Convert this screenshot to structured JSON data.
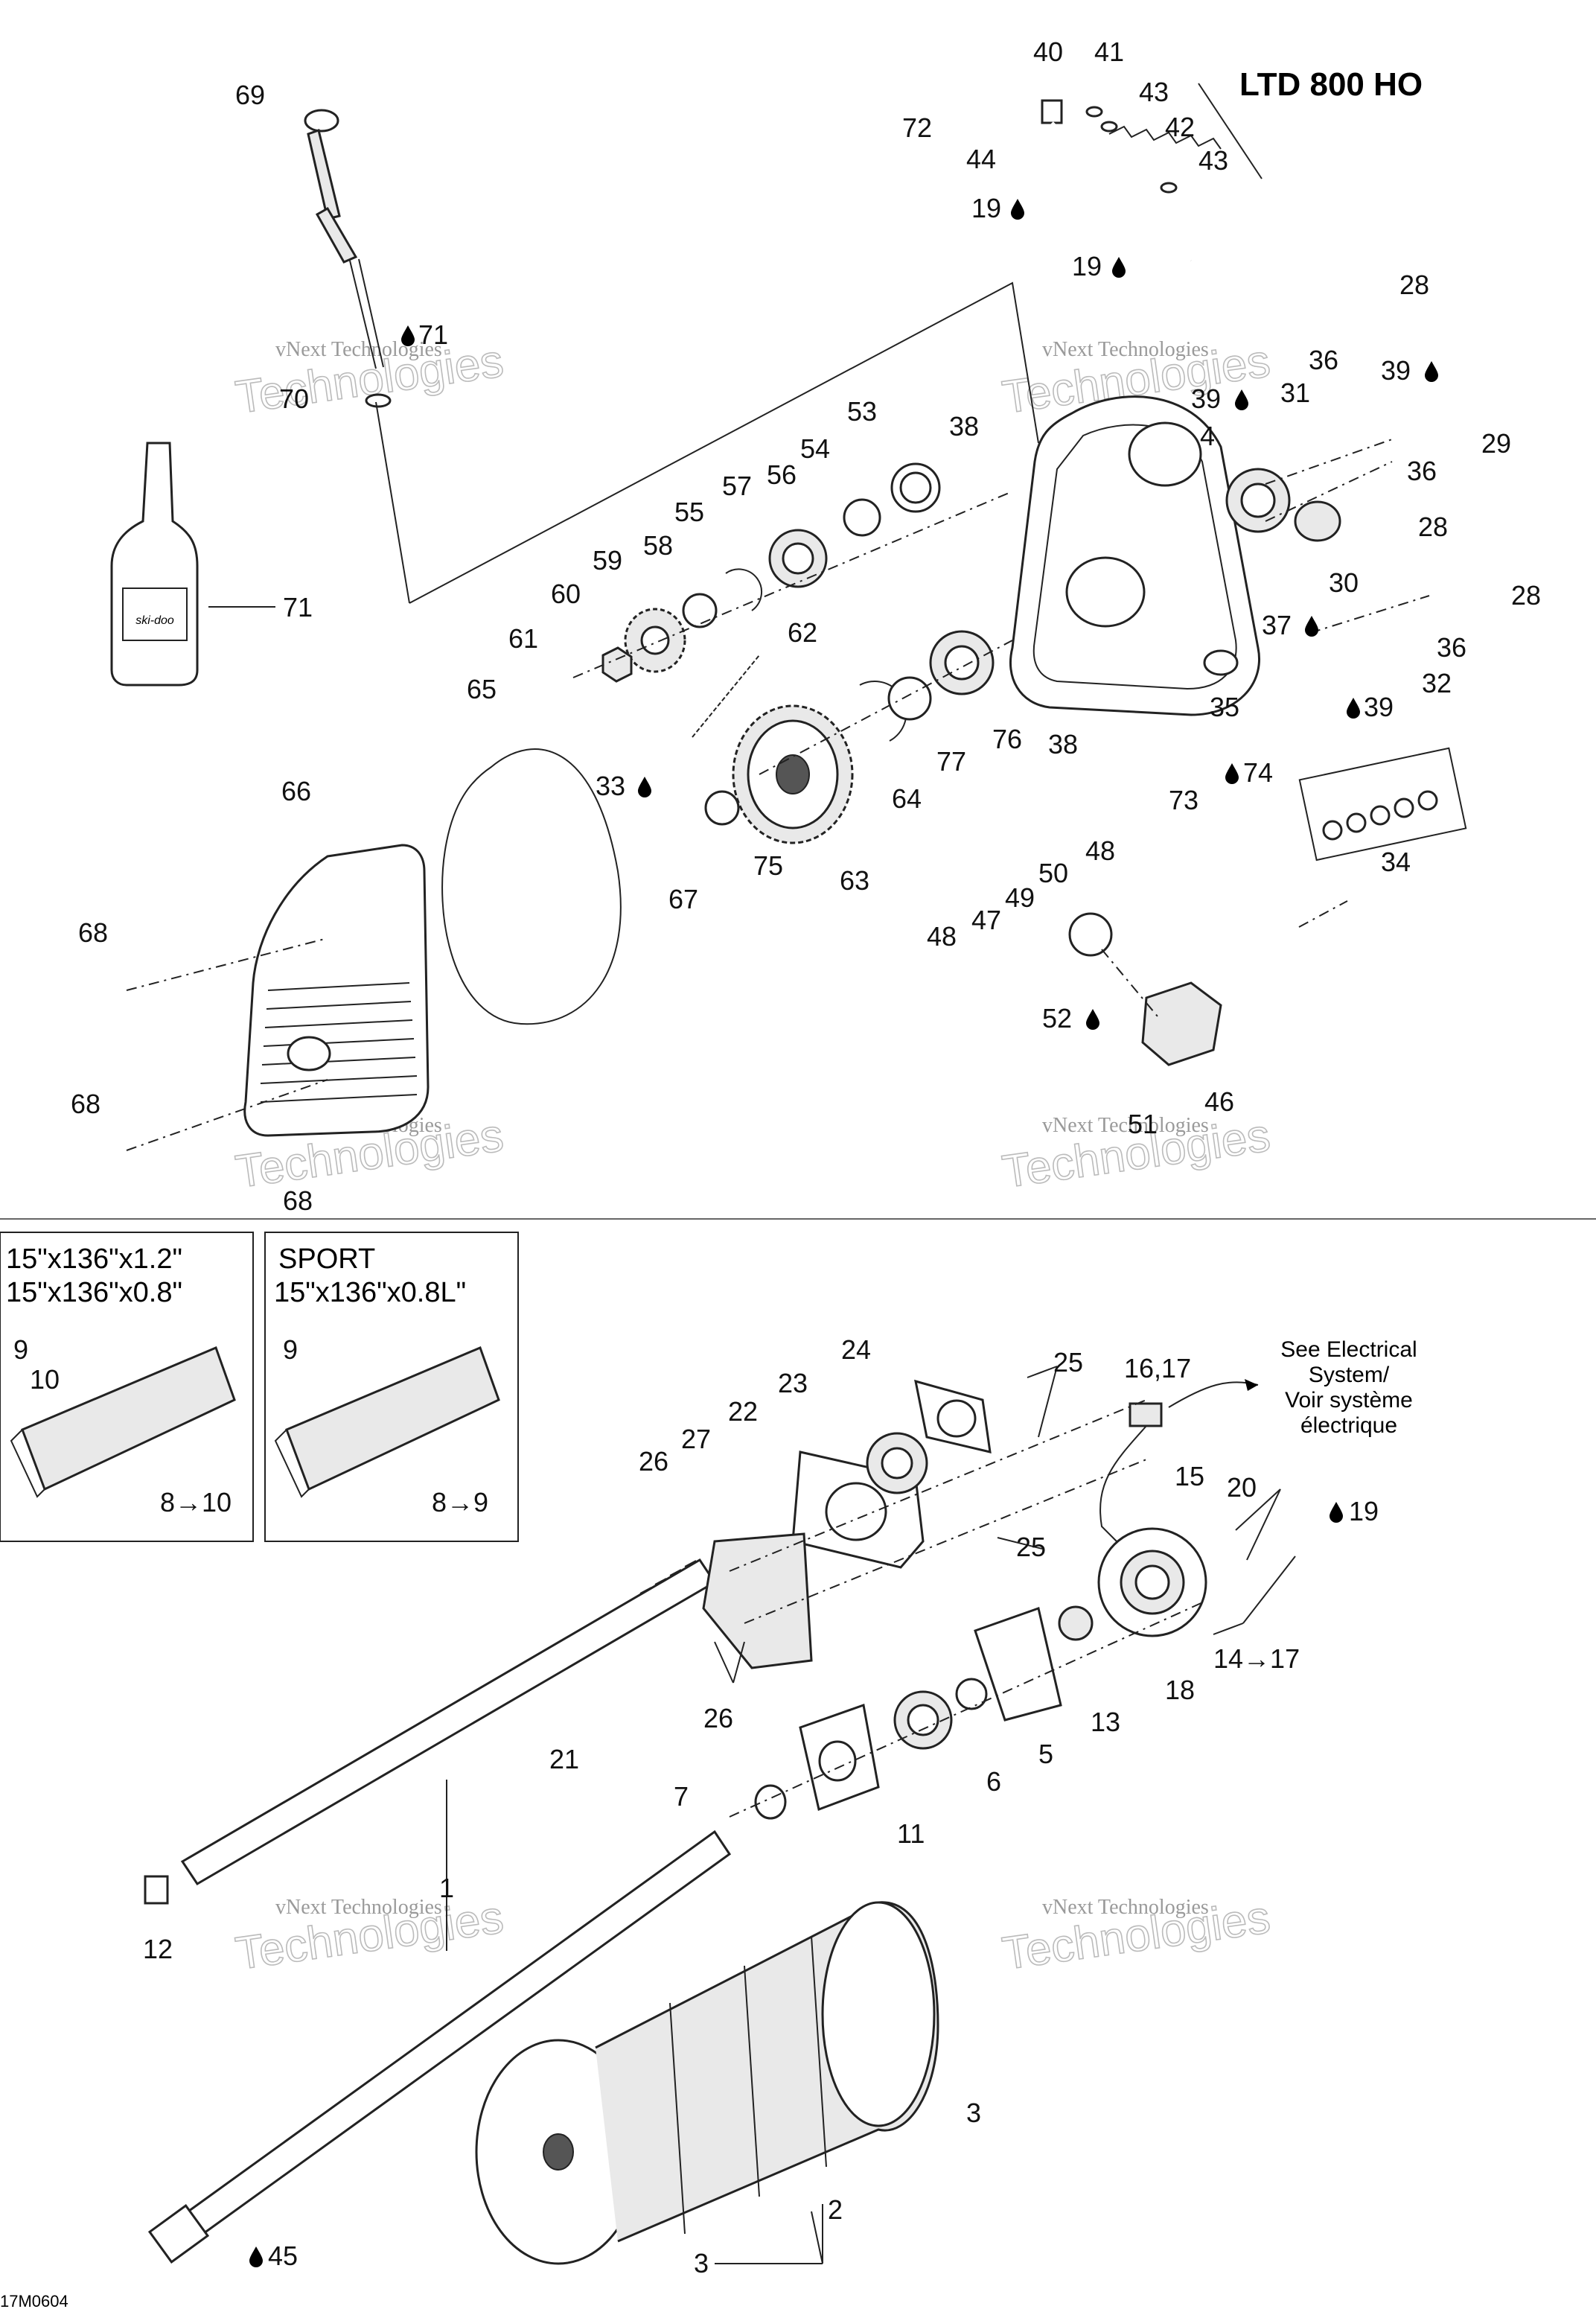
{
  "header": {
    "title": "LTD 800 HO"
  },
  "watermark": {
    "line1": "vNext Technologies",
    "line2": "Technologies"
  },
  "tracks": {
    "box1": {
      "line1": "15\"x136\"x1.2\"",
      "line2": "15\"x136\"x0.8\"",
      "range": "8→10",
      "item_a": "9",
      "item_b": "10"
    },
    "box2": {
      "line1": "SPORT",
      "line2": "15\"x136\"x0.8L\"",
      "range": "8→9",
      "item_a": "9"
    }
  },
  "note": {
    "line1": "See Electrical",
    "line2": "System/",
    "line3": "Voir système",
    "line4": "électrique"
  },
  "drawing_code": "17M0604",
  "bottle": {
    "brand": "ski-doo"
  },
  "callouts": {
    "c69": "69",
    "c40": "40",
    "c41": "41",
    "c43a": "43",
    "c42": "42",
    "c43b": "43",
    "c72": "72",
    "c44": "44",
    "c19a": "19",
    "c19b": "19",
    "c28a": "28",
    "c36a": "36",
    "c31": "31",
    "c71a": "71",
    "c70": "70",
    "c39a": "39",
    "c39b": "39",
    "c29": "29",
    "c4": "4",
    "c36b": "36",
    "c28b": "28",
    "c30": "30",
    "c38a": "38",
    "c53": "53",
    "c54": "54",
    "c56": "56",
    "c57": "57",
    "c55": "55",
    "c58": "58",
    "c59": "59",
    "c60": "60",
    "c61": "61",
    "c62": "62",
    "c71b": "71",
    "c28c": "28",
    "c37": "37",
    "c36c": "36",
    "c32": "32",
    "c39c": "39",
    "c35": "35",
    "c65": "65",
    "c76": "76",
    "c38b": "38",
    "c77": "77",
    "c74": "74",
    "c73": "73",
    "c66": "66",
    "c33": "33",
    "c64": "64",
    "c75": "75",
    "c63": "63",
    "c67": "67",
    "c34": "34",
    "c48a": "48",
    "c50": "50",
    "c49": "49",
    "c47": "47",
    "c48b": "48",
    "c68a": "68",
    "c52": "52",
    "c46": "46",
    "c51": "51",
    "c68b": "68",
    "c68c": "68",
    "c16": "16,17",
    "c24": "24",
    "c25a": "25",
    "c23": "23",
    "c22": "22",
    "c27": "27",
    "c26a": "26",
    "c15": "15",
    "c20": "20",
    "c19c": "19",
    "c25b": "25",
    "c18": "18",
    "c14": "14→17",
    "c13": "13",
    "c26b": "26",
    "c21": "21",
    "c5": "5",
    "c6": "6",
    "c7": "7",
    "c11": "11",
    "c1": "1",
    "c12": "12",
    "c3a": "3",
    "c2": "2",
    "c3b": "3",
    "c45": "45"
  }
}
